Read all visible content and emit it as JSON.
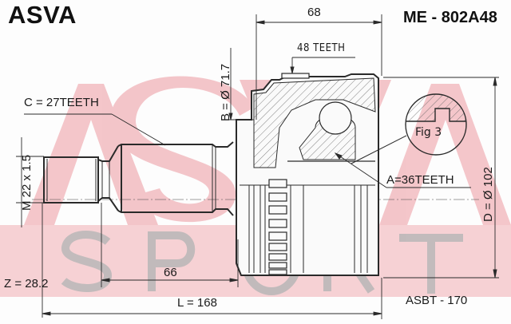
{
  "header": {
    "brand": "ASVA",
    "part_number": "ME - 802A48"
  },
  "watermark": {
    "top_text": "ASVA",
    "bottom_text": "SPORT",
    "band_color": "#f3c6c9",
    "letter_color": "#f0b8bd",
    "sport_color": "#b8b8b8"
  },
  "dimensions": {
    "outer_width": "68",
    "outer_teeth": "48 TEETH",
    "b_diameter": "B = Ø 71.7",
    "c_teeth": "C = 27TEETH",
    "thread": "M 22 x 1.5",
    "a_teeth": "A=36TEETH",
    "fig_label": "Fig 3",
    "d_diameter": "D = Ø 102",
    "z_value": "Z = 28.2",
    "shaft_length": "66",
    "total_length": "L = 168",
    "boot_kit": "ASBT - 170"
  },
  "colors": {
    "line": "#2a2a2a",
    "hatch": "#555555"
  }
}
